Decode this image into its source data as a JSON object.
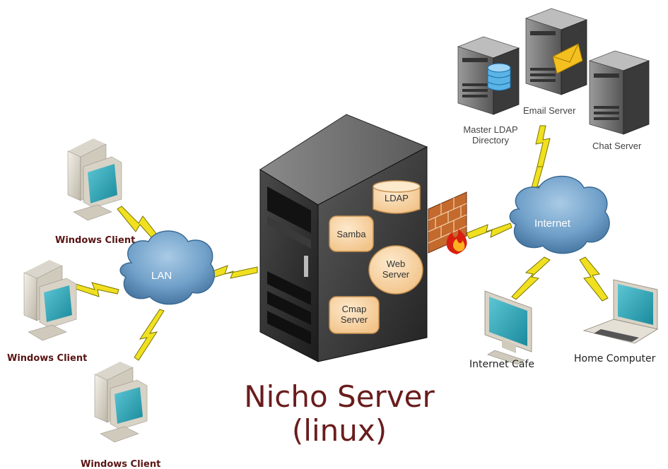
{
  "title": {
    "line1": "Nicho Server",
    "line2": "(linux)"
  },
  "clouds": {
    "lan": "LAN",
    "internet": "Internet"
  },
  "clients": [
    {
      "label": "Windows Client"
    },
    {
      "label": "Windows Client"
    },
    {
      "label": "Windows Client"
    }
  ],
  "services": {
    "ldap": "LDAP",
    "samba": "Samba",
    "web_line1": "Web",
    "web_line2": "Server",
    "cmap_line1": "Cmap",
    "cmap_line2": "Server"
  },
  "remote_servers": {
    "ldap_line1": "Master LDAP",
    "ldap_line2": "Directory",
    "email": "Email Server",
    "chat": "Chat Server"
  },
  "endpoints": {
    "cafe": "Internet Cafe",
    "home": "Home Computer"
  },
  "colors": {
    "title": "#6a1c1c",
    "client_label": "#5a1414",
    "cloud_fill": "#6fa0c8",
    "lightning": "#f0e020",
    "service_fill": "#f8d7a8",
    "server_body": "#2a2a2a",
    "monitor_screen": "#2aa0b0"
  },
  "icons": [
    "desktop-computer-icon",
    "cloud-icon",
    "lightning-icon",
    "server-tower-icon",
    "firewall-icon",
    "database-icon",
    "envelope-icon",
    "monitor-icon",
    "laptop-icon"
  ]
}
